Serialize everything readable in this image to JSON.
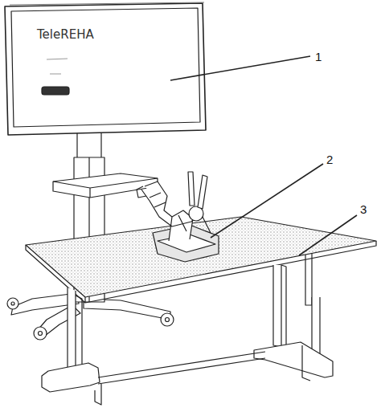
{
  "diagram": {
    "labels": [
      "TeleREHA",
      "1",
      "2",
      "3"
    ]
  }
}
